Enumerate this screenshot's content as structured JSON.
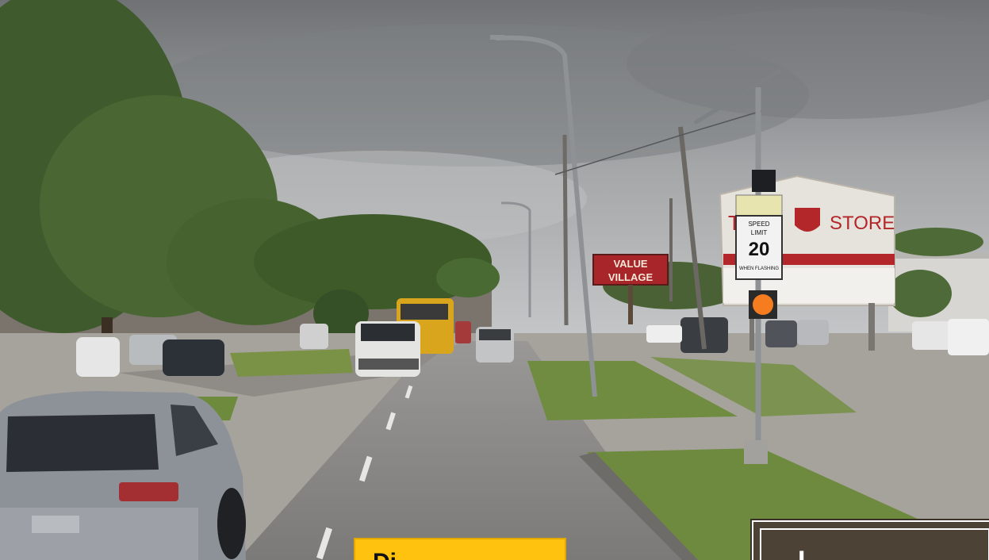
{
  "scene": {
    "description_visible_text": true,
    "signs": {
      "value_village_line1": "VALUE",
      "value_village_line2": "VILLAGE",
      "thrift_store_left": "T",
      "thrift_store_right": "STORE",
      "speed_limit_top": "SPEED",
      "speed_limit_mid": "LIMIT",
      "speed_limit_value": "20",
      "speed_limit_bottom": "WHEN FLASHING"
    }
  },
  "overlays": {
    "yellow_button_label": "Di",
    "dark_button_label": "L"
  },
  "colors": {
    "sky": "#9a9c9e",
    "road": "#8e8c8a",
    "grass": "#6e8a3e",
    "yellow_button": "#ffc20e",
    "dark_button": "#4d4236",
    "sign_red": "#b3262a"
  }
}
